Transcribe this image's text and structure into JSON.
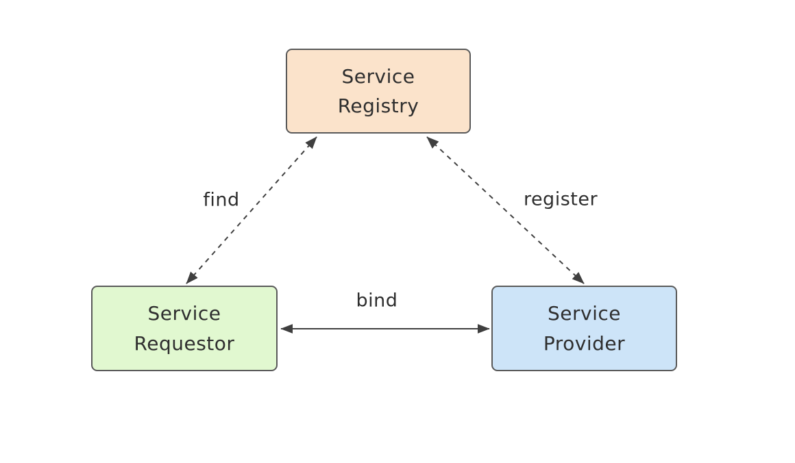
{
  "diagram": {
    "type": "soa-triangle",
    "nodes": [
      {
        "id": "service-registry",
        "label": "Service\nRegistry",
        "fill": "#fbe3cb",
        "border": "#595959"
      },
      {
        "id": "service-requestor",
        "label": "Service\nRequestor",
        "fill": "#e1f8d0",
        "border": "#595959"
      },
      {
        "id": "service-provider",
        "label": "Service\nProvider",
        "fill": "#cde4f8",
        "border": "#595959"
      }
    ],
    "edges": [
      {
        "id": "find",
        "label": "find",
        "from": "service-requestor",
        "to": "service-registry",
        "line_style": "dashed",
        "arrows": "both"
      },
      {
        "id": "register",
        "label": "register",
        "from": "service-provider",
        "to": "service-registry",
        "line_style": "dashed",
        "arrows": "both"
      },
      {
        "id": "bind",
        "label": "bind",
        "from": "service-requestor",
        "to": "service-provider",
        "line_style": "solid",
        "arrows": "both"
      }
    ],
    "colors": {
      "background": "#ffffff",
      "line": "#3f3f3f",
      "text": "#2e2e2e",
      "registry_fill": "#fbe3cb",
      "requestor_fill": "#e1f8d0",
      "provider_fill": "#cde4f8",
      "node_border": "#595959"
    }
  }
}
